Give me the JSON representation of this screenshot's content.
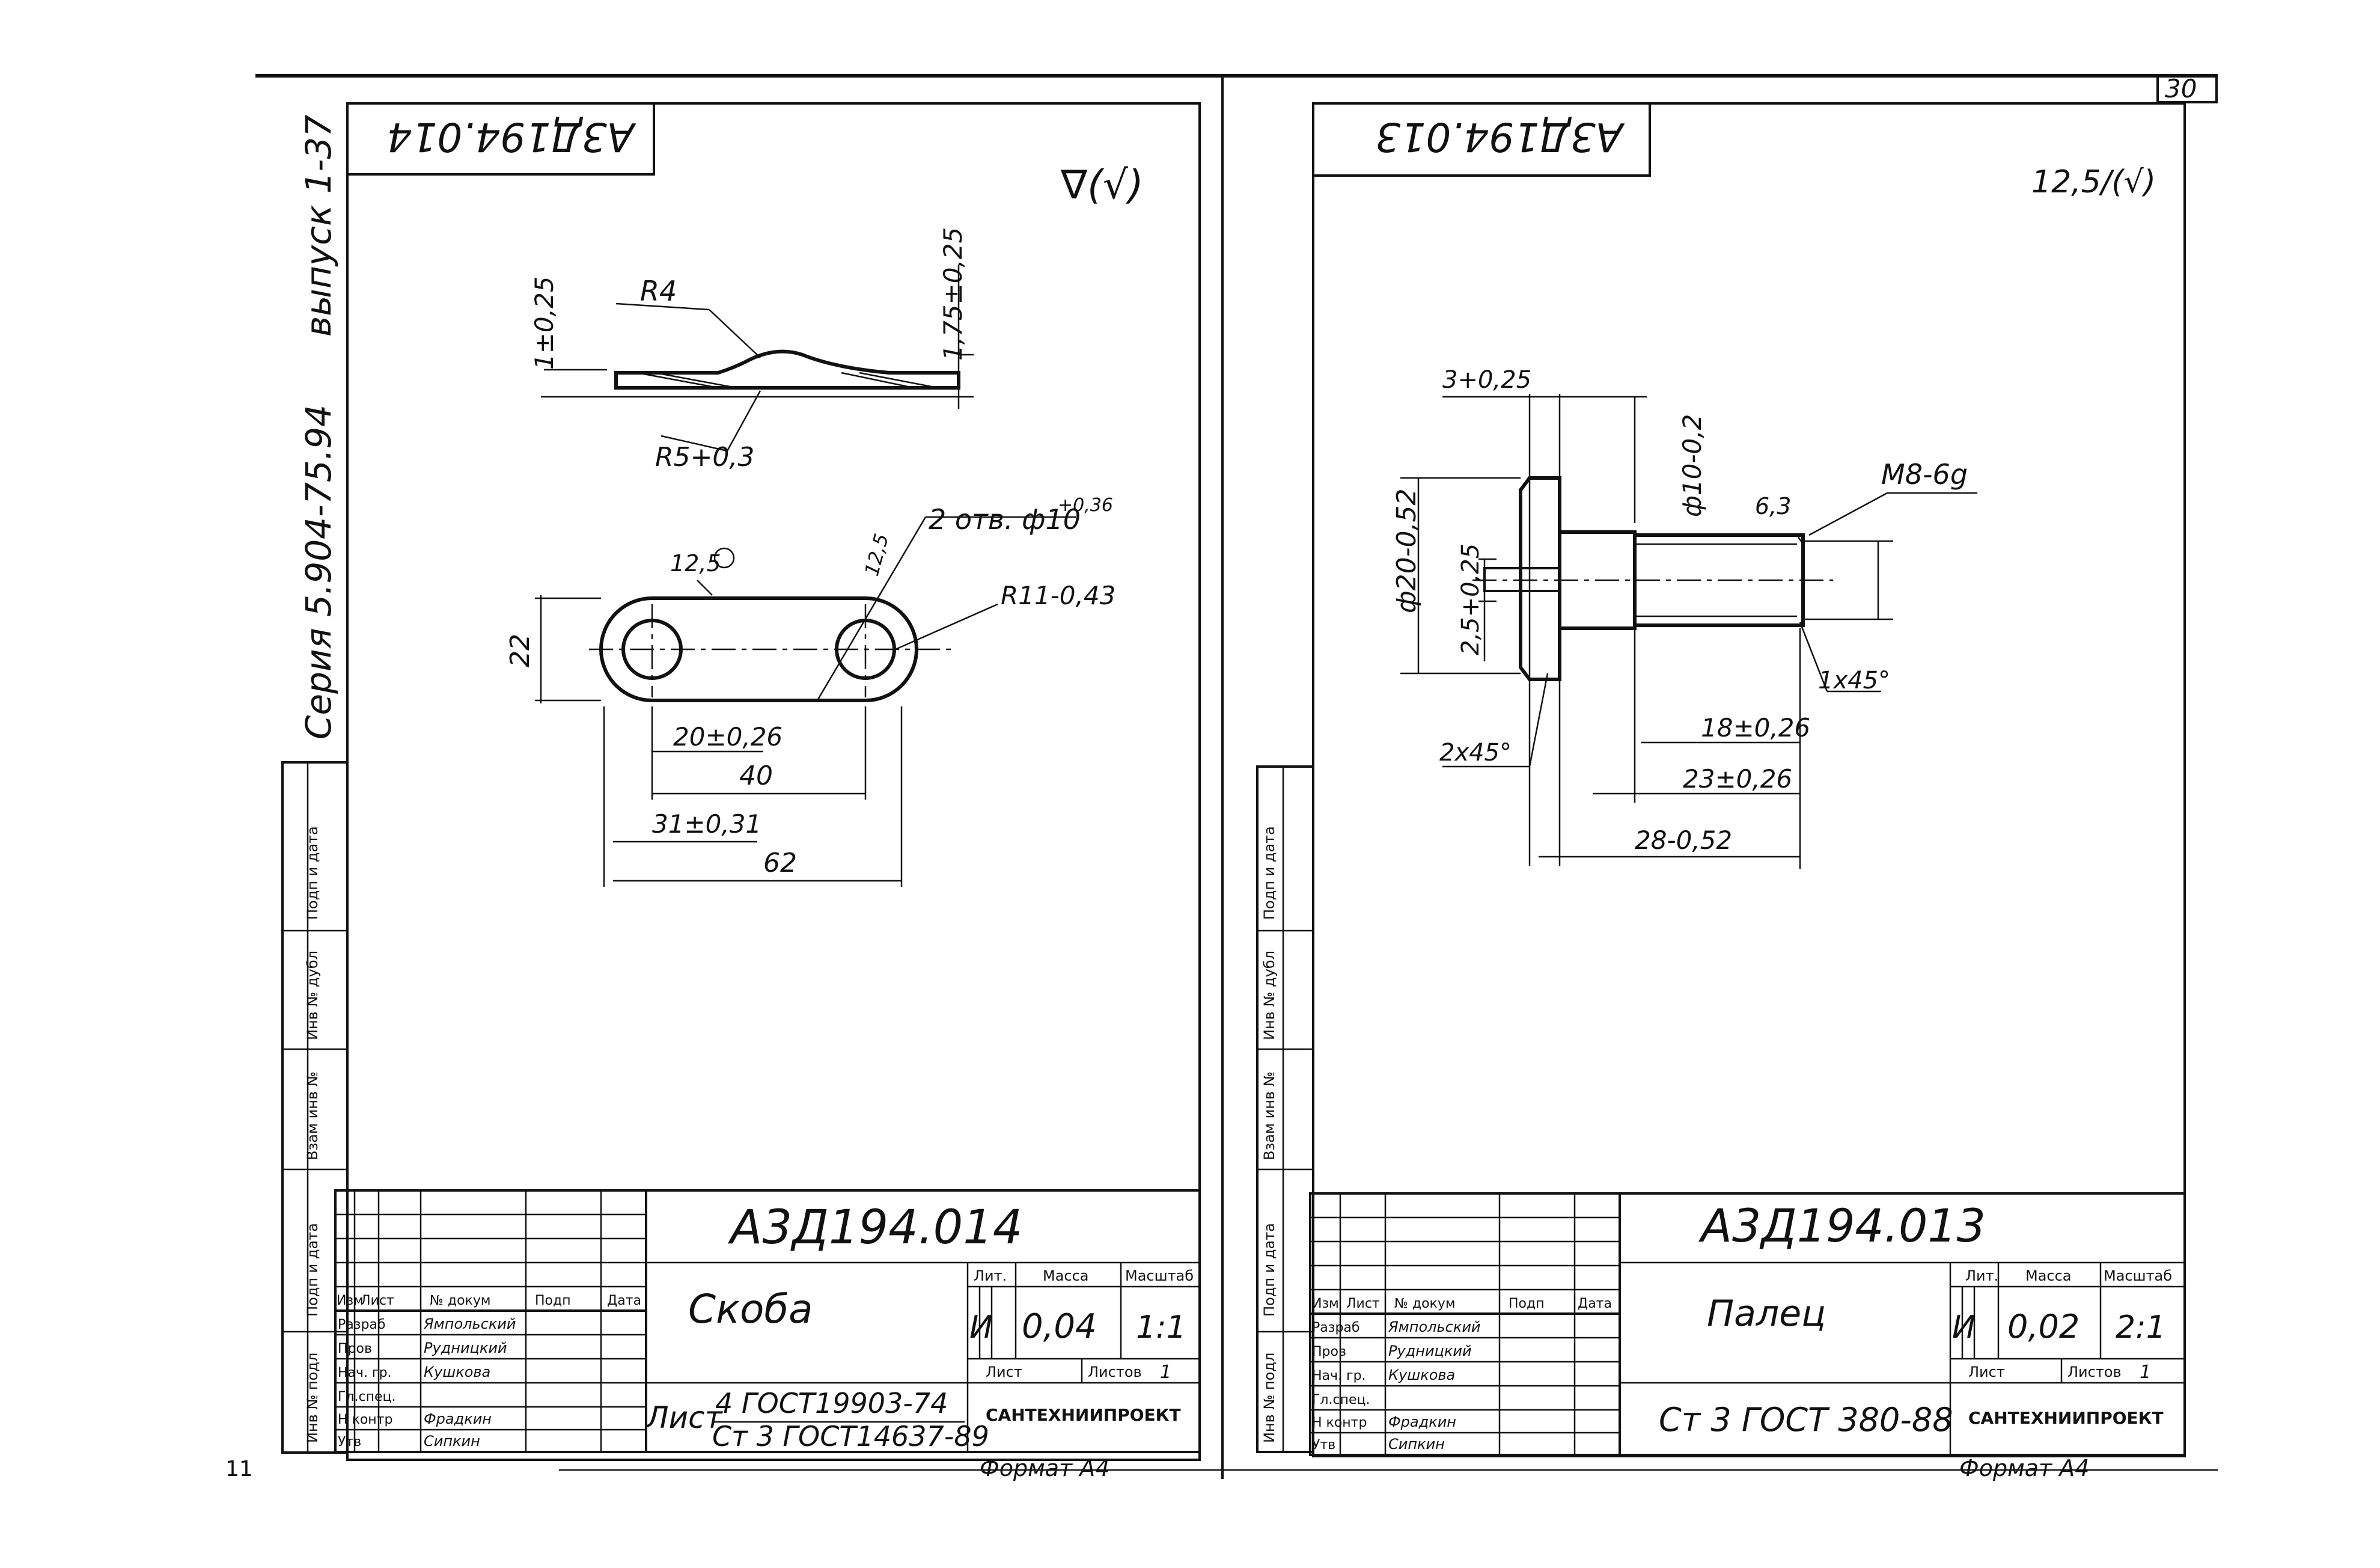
{
  "page_number": "30",
  "series_vertical": "Серия 5.904-75.94",
  "issue_vertical": "выпуск 1-37",
  "bottom_left_mark": "11",
  "left_sheet": {
    "rotated_code": "А3Д194.014",
    "roughness_sym": "∇(√)",
    "part_code": "А3Д194.014",
    "part_name": "Скоба",
    "lit_value": "И",
    "mass_value": "0,04",
    "scale_value": "1:1",
    "material_line1": "Лист",
    "material_line2": "4 ГОСТ19903-74",
    "material_line3": "Ст 3 ГОСТ14637-89",
    "sheets_label": "Листов",
    "sheets_value": "1",
    "format_text": "Формат А4",
    "dims": {
      "r4": "R4",
      "thick": "1±0,25",
      "height": "1,75±0,25",
      "r5": "R5+0,3",
      "holes": "2 отв. ф10",
      "holes_tol": "+0,36",
      "rough1": "12,5",
      "rough2": "12,5",
      "r11": "R11-0,43",
      "h22": "22",
      "d20": "20±0,26",
      "d40": "40",
      "d31": "31±0,31",
      "d62": "62"
    },
    "signers": [
      "Ямпольский",
      "Рудницкий",
      "Кушкова",
      "",
      "Фрадкин",
      "Сипкин"
    ]
  },
  "right_sheet": {
    "rotated_code": "А3Д194.013",
    "roughness_sym": "12,5/(√)",
    "part_code": "А3Д194.013",
    "part_name": "Палец",
    "lit_value": "И",
    "mass_value": "0,02",
    "scale_value": "2:1",
    "material": "Ст 3 ГОСТ 380-88",
    "sheets_label": "Листов",
    "sheets_value": "1",
    "format_text": "Формат А4",
    "dims": {
      "d3": "3+0,25",
      "dia10": "ф10-0,2",
      "m8": "M8-6g",
      "rough": "6,3",
      "dia20": "ф20-0,52",
      "d25": "2,5+0,25",
      "ch1": "1x45°",
      "d18": "18±0,26",
      "ch2": "2x45°",
      "d23": "23±0,26",
      "d28": "28-0,52"
    },
    "signers": [
      "Ямпольский",
      "Рудницкий",
      "Кушкова",
      "",
      "Фрадкин",
      "Сипкин"
    ]
  },
  "title_block_labels": {
    "izm": "Изм",
    "list": "Лист",
    "doc": "№ докум",
    "sign": "Подп",
    "date": "Дата",
    "razrab": "Разраб",
    "prov": "Пров",
    "nach_gr": "Нач. гр.",
    "gl_spec": "Гл.спец.",
    "n_kontr": "Н контр",
    "utv": "Утв",
    "lit": "Лит.",
    "mass": "Масса",
    "scale": "Масштаб",
    "org": "САНТЕХНИИПРОЕКТ"
  },
  "side_stamp_labels": [
    "Подп и дата",
    "Инв № дубл",
    "Взам инв №",
    "Подп и дата",
    "Инв № подл"
  ]
}
